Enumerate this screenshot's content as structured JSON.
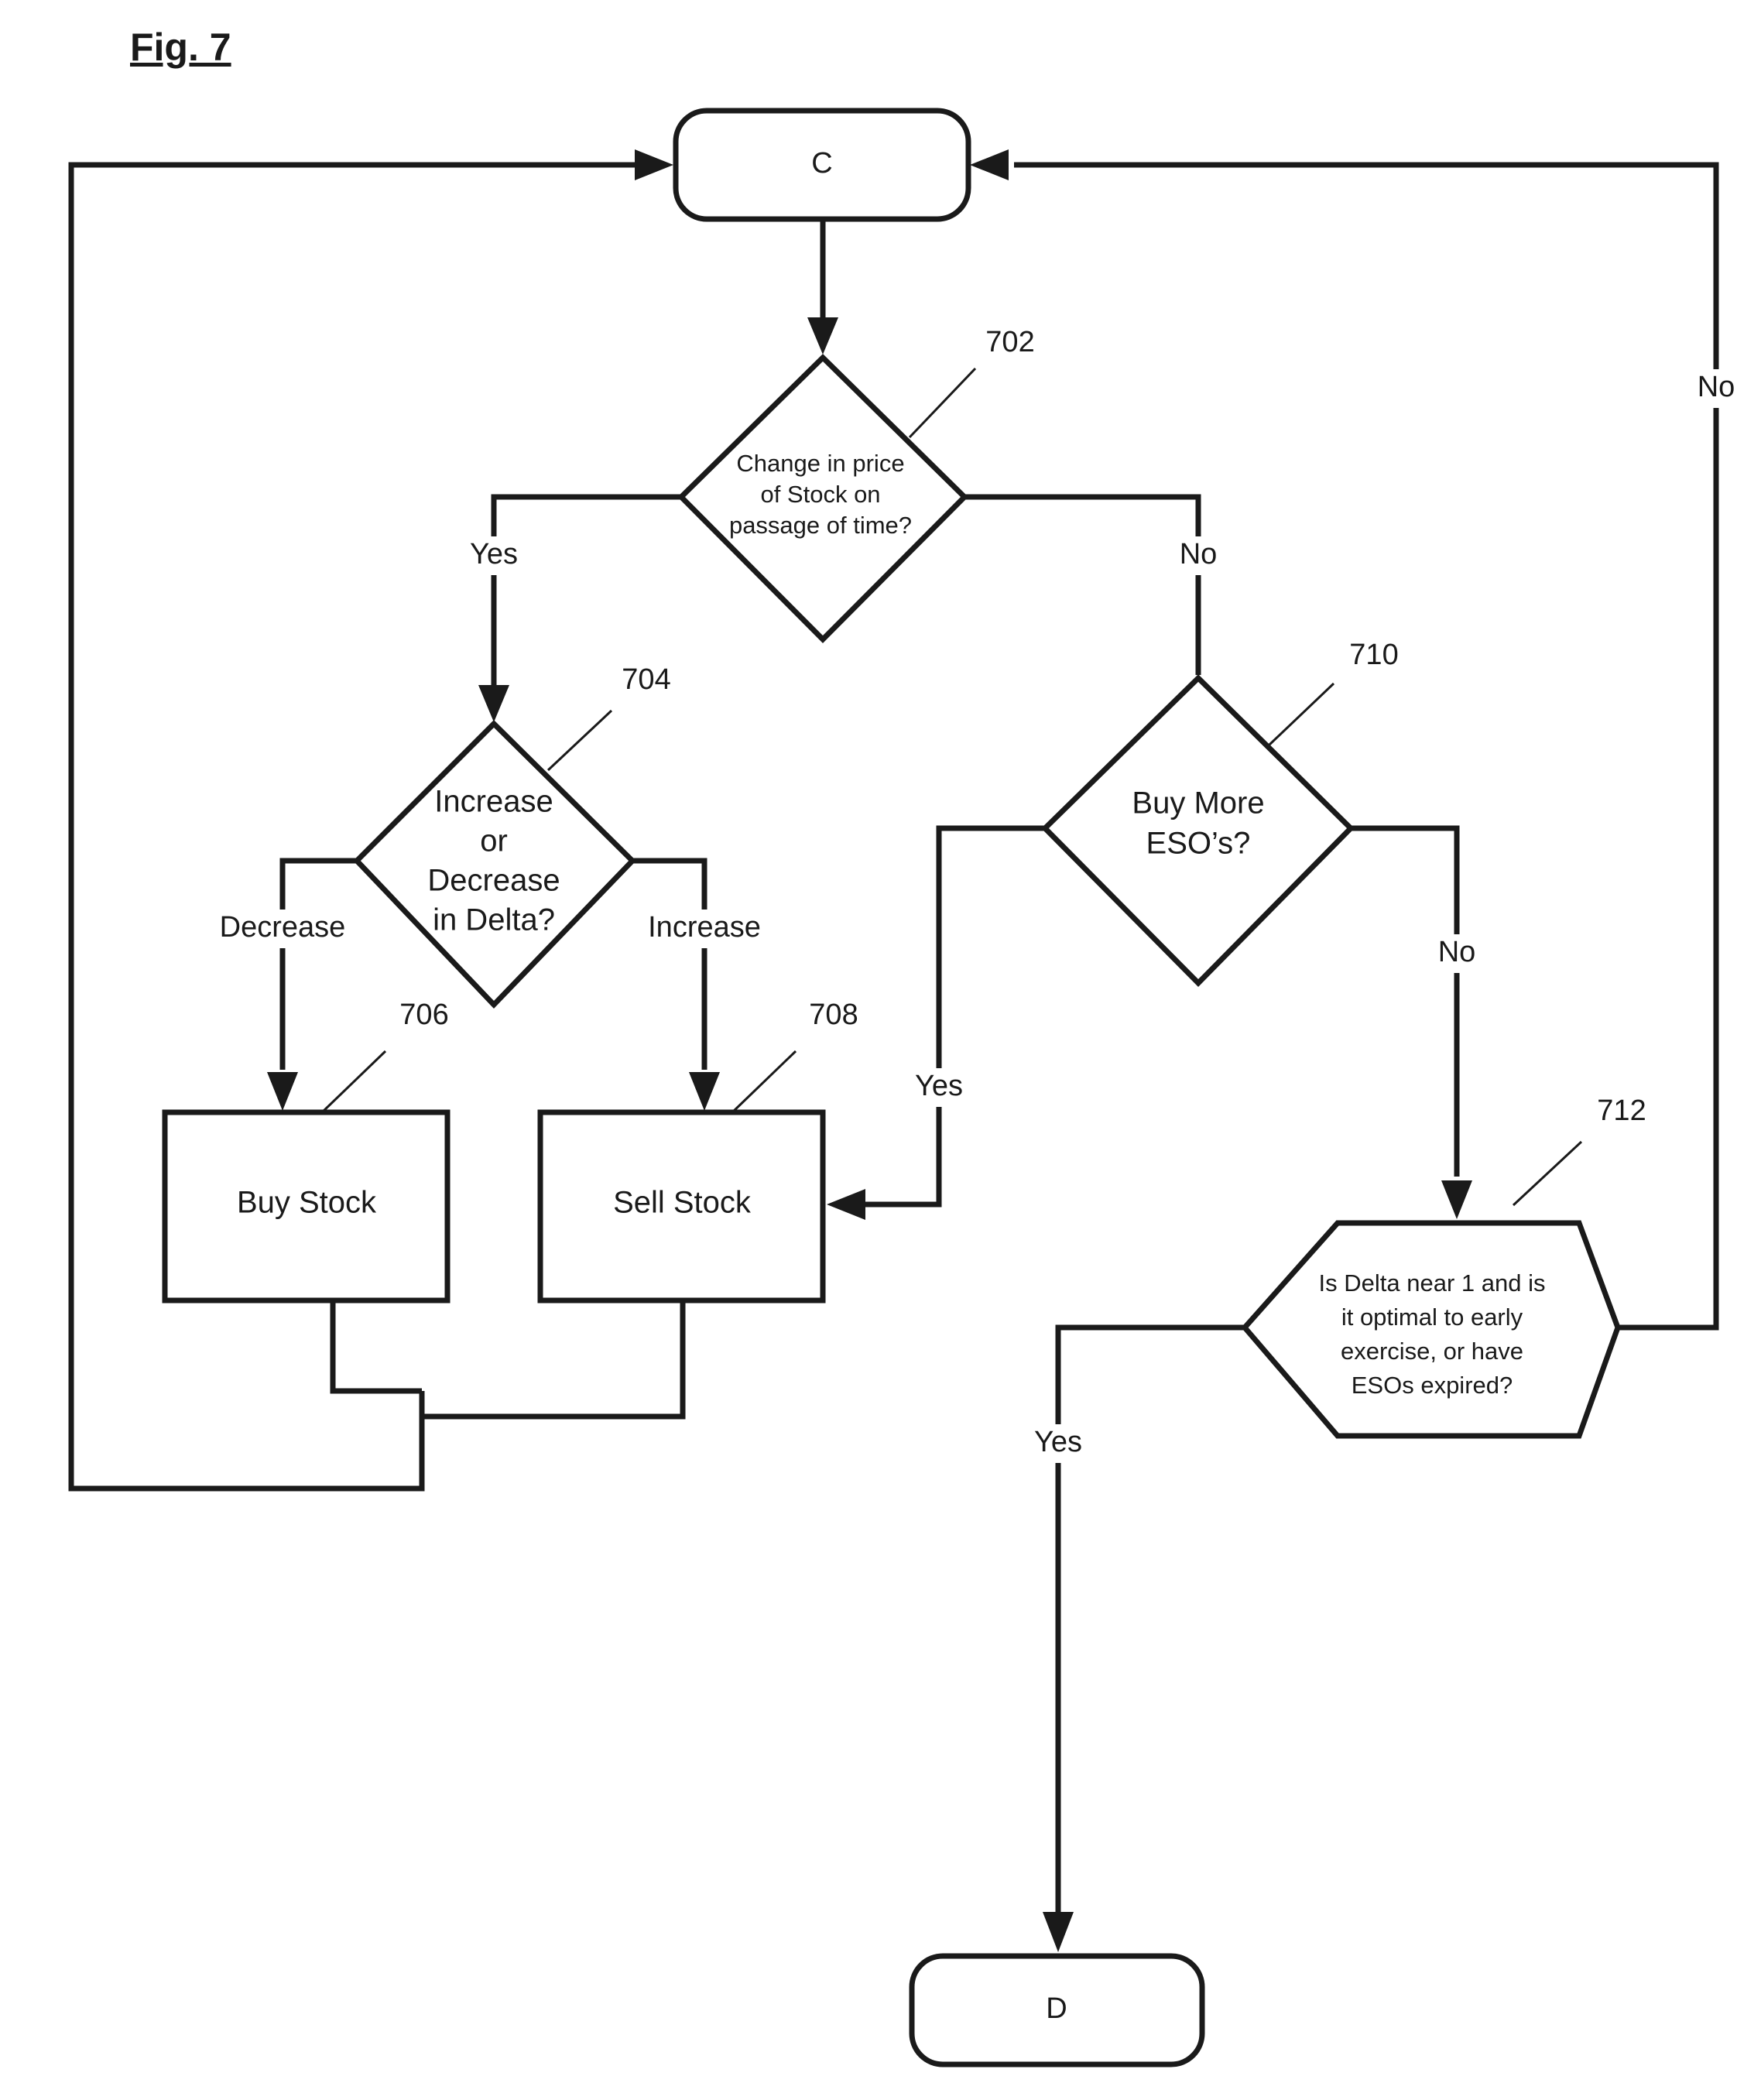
{
  "figure": {
    "title": "Fig. 7"
  },
  "nodes": {
    "c": {
      "label": "C"
    },
    "d": {
      "label": "D"
    },
    "n702": {
      "ref": "702",
      "lines": [
        "Change in price",
        "of Stock on",
        "passage of time?"
      ]
    },
    "n704": {
      "ref": "704",
      "lines": [
        "Increase",
        "or",
        "Decrease",
        "in Delta?"
      ]
    },
    "n706": {
      "ref": "706",
      "label": "Buy Stock"
    },
    "n708": {
      "ref": "708",
      "label": "Sell Stock"
    },
    "n710": {
      "ref": "710",
      "lines": [
        "Buy More",
        "ESO’s?"
      ]
    },
    "n712": {
      "ref": "712",
      "lines": [
        "Is Delta near 1 and is",
        "it optimal to early",
        "exercise, or have",
        "ESOs expired?"
      ]
    }
  },
  "edges": {
    "e702_yes": "Yes",
    "e702_no": "No",
    "e704_decrease": "Decrease",
    "e704_increase": "Increase",
    "e710_yes": "Yes",
    "e710_no": "No",
    "e712_yes": "Yes",
    "e712_no": "No"
  }
}
